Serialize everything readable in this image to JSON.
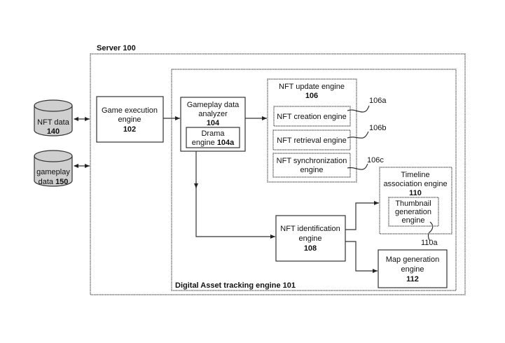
{
  "server": {
    "label": "Server",
    "ref": "100"
  },
  "tracking_engine": {
    "label": "Digital Asset tracking engine",
    "ref": "101"
  },
  "databases": [
    {
      "label": "NFT data",
      "ref": "140"
    },
    {
      "label": "gameplay",
      "label2": "data",
      "ref": "150"
    }
  ],
  "game_execution": {
    "line1": "Game execution",
    "line2": "engine",
    "ref": "102"
  },
  "gameplay_analyzer": {
    "line1": "Gameplay data",
    "line2": "analyzer",
    "ref": "104"
  },
  "drama_engine": {
    "line1": "Drama",
    "line2": "engine",
    "ref": "104a"
  },
  "nft_update": {
    "line1": "NFT update engine",
    "ref": "106"
  },
  "nft_creation": {
    "label": "NFT creation engine",
    "ref": "106a"
  },
  "nft_retrieval": {
    "label": "NFT retrieval engine",
    "ref": "106b"
  },
  "nft_sync": {
    "line1": "NFT synchronization",
    "line2": "engine",
    "ref": "106c"
  },
  "timeline": {
    "line1": "Timeline",
    "line2": "association engine",
    "ref": "110"
  },
  "thumbnail": {
    "line1": "Thumbnail",
    "line2": "generation",
    "line3": "engine",
    "ref": "110a"
  },
  "nft_identification": {
    "line1": "NFT identification",
    "line2": "engine",
    "ref": "108"
  },
  "map_generation": {
    "line1": "Map generation",
    "line2": "engine",
    "ref": "112"
  }
}
